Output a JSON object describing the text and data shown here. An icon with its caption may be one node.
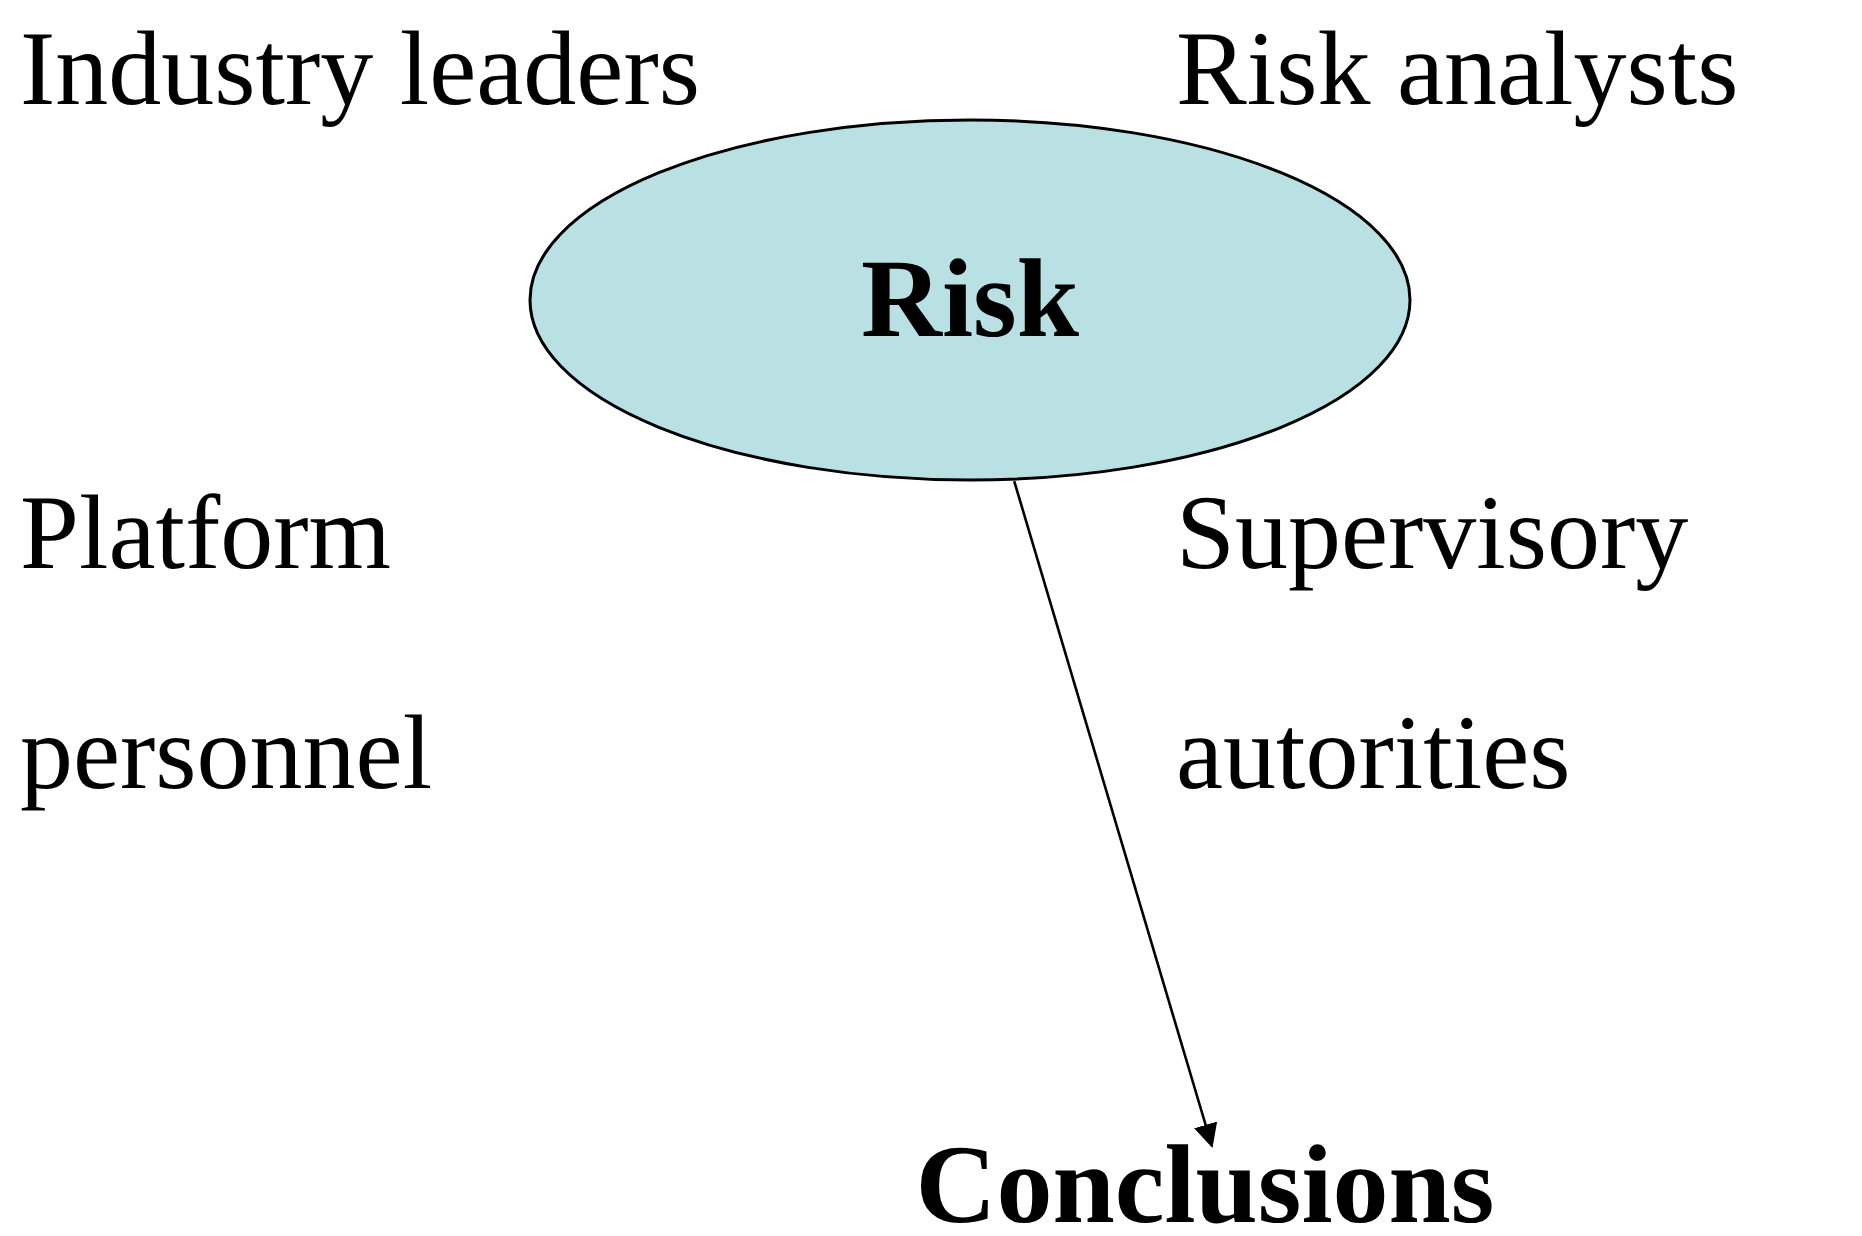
{
  "diagram": {
    "nodes": [
      {
        "text": [
          "Risk"
        ]
      },
      {
        "text": [
          "Conclusions"
        ]
      }
    ],
    "edges": [
      {
        "from": 0,
        "to": 1,
        "arrow": "to"
      }
    ],
    "labels": [
      "Industry leaders",
      "Risk analysts",
      "Platform personnel",
      "Supervisory autorities"
    ]
  }
}
